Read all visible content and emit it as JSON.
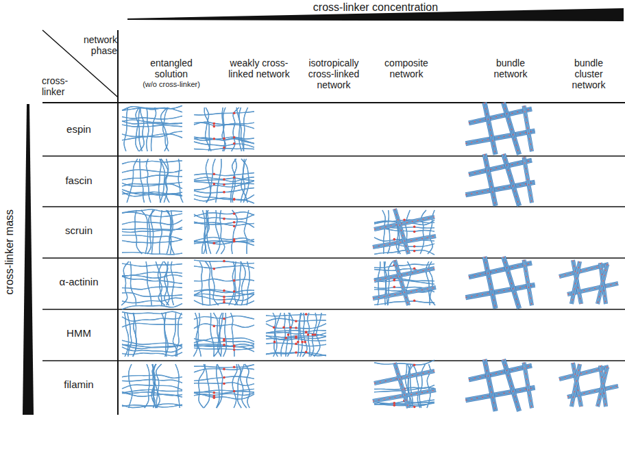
{
  "diagram": {
    "labels": [
      "cross-linker concentration",
      "network phase",
      "cross-linker",
      "entangled solution",
      "(w/o cross-linker)",
      "weakly cross-linked network",
      "isotropically cross-linked network",
      "composite network",
      "bundle network",
      "bundle cluster network",
      "cross-linker mass",
      "espin",
      "fascin",
      "scruin",
      "α-actinin",
      "HMM",
      "filamin"
    ]
  }
}
